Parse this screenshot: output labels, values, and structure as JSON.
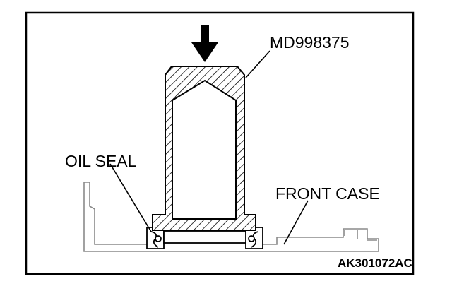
{
  "diagram": {
    "labels": {
      "tool": "MD998375",
      "oil_seal": "OIL SEAL",
      "front_case": "FRONT CASE",
      "figure_code": "AK301072AC"
    },
    "style": {
      "line_color": "#000000",
      "background": "#ffffff",
      "case_line_color": "#8a8a8a"
    },
    "direction_indicator": "downward-press-arrow"
  }
}
